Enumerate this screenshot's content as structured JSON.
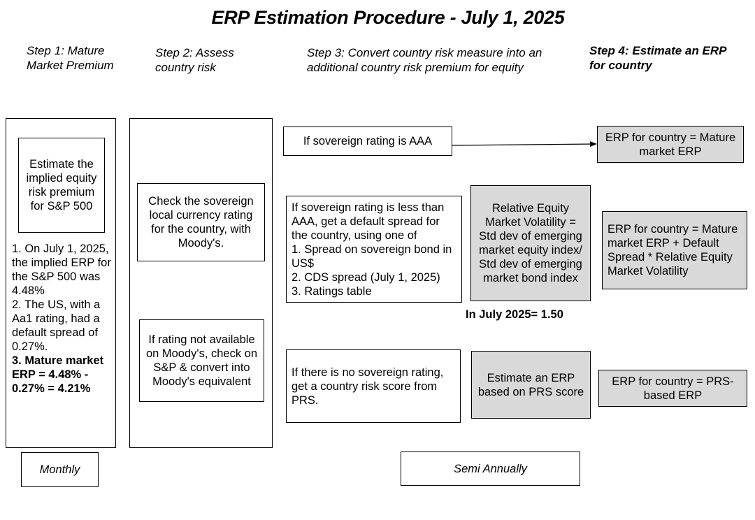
{
  "title": "ERP Estimation Procedure - July 1, 2025",
  "steps": {
    "step1": "Step 1: Mature Market Premium",
    "step2": "Step 2: Assess country risk",
    "step3": "Step 3: Convert country risk measure into an additional country risk premium for equity",
    "step4": "Step 4: Estimate an ERP for country"
  },
  "col1": {
    "implied_box": "Estimate the implied equity risk premium for S&P 500",
    "note_1": "1. On  July 1, 2025, the implied ERP for the S&P 500 was 4.48%",
    "note_2": "2. The US, with a Aa1 rating, had a default spread of 0.27%.",
    "note_3": "3. Mature market ERP = 4.48% - 0.27% = 4.21%",
    "frequency": "Monthly"
  },
  "col2": {
    "check_rating": "Check the sovereign local currency rating for the country, with Moody's.",
    "not_available": "If rating not available on Moody's, check on S&P & convert into Moody's equivalent"
  },
  "col3": {
    "aaa": "If sovereign rating is AAA",
    "less_intro": "If sovereign rating is less than AAA, get a default spread for the country, using one of",
    "less_1": "1. Spread on sovereign bond in US$",
    "less_2": "2. CDS spread (July 1, 2025)",
    "less_3": "3. Ratings table",
    "volatility": "Relative Equity Market Volatility = Std dev of emerging market equity index/ Std dev of emerging market bond index",
    "volatility_value": "In  July 2025= 1.50",
    "no_rating": "If there is no sovereign rating, get a country risk score from PRS.",
    "prs_estimate": "Estimate an ERP based on PRS score",
    "frequency": "Semi Annually"
  },
  "col4": {
    "erp_aaa": "ERP for country = Mature market ERP",
    "erp_default": "ERP for country = Mature market ERP + Default Spread * Relative Equity Market Volatility",
    "erp_prs": "ERP for country = PRS-based ERP"
  },
  "colors": {
    "box_fill": "#d9d9d9",
    "stroke": "#000000"
  }
}
